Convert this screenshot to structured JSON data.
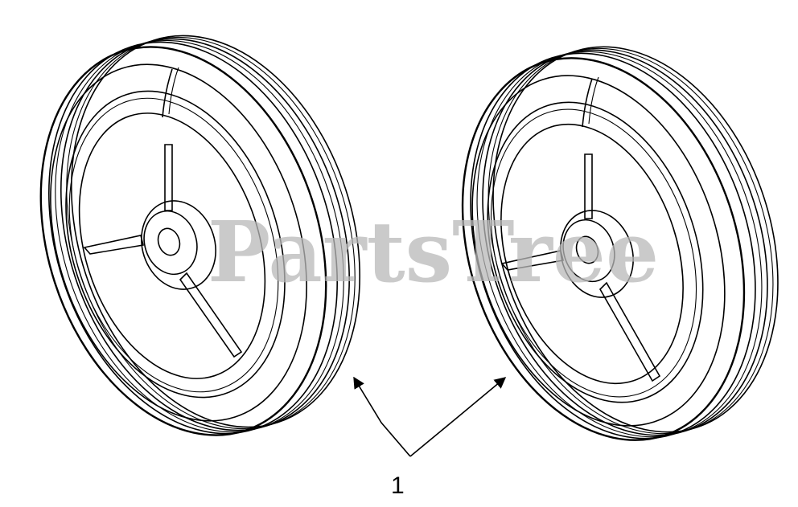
{
  "diagram": {
    "callouts": [
      {
        "id": "1",
        "label": "1"
      }
    ],
    "watermark": "PartsTree"
  }
}
